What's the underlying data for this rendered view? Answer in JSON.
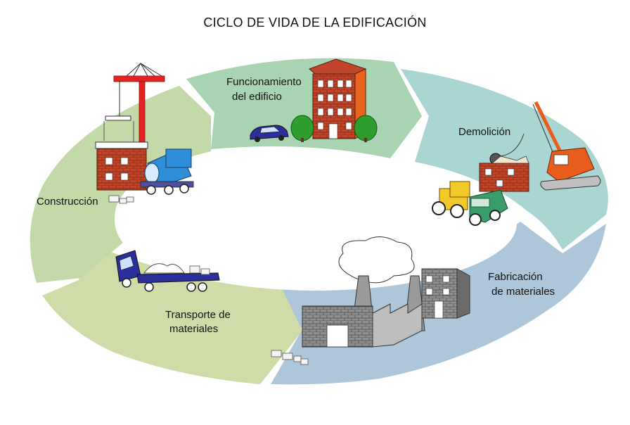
{
  "title": "CICLO DE VIDA DE LA EDIFICACIÓN",
  "stages": [
    {
      "id": "funcionamiento",
      "lines": [
        "Funcionamiento",
        "del edificio"
      ],
      "color": "#a8d4b1"
    },
    {
      "id": "demolicion",
      "lines": [
        "Demolición"
      ],
      "color": "#a9d6d3"
    },
    {
      "id": "fabricacion",
      "lines": [
        "Fabricación",
        "de materiales"
      ],
      "color": "#adc6d9"
    },
    {
      "id": "transporte",
      "lines": [
        "Transporte de",
        "materiales"
      ],
      "color": "#cfdca8"
    },
    {
      "id": "construccion",
      "lines": [
        "Construcción"
      ],
      "color": "#c3d9a8"
    }
  ],
  "colors": {
    "brick": "#c0452a",
    "brick_dark": "#8a2d17",
    "crane": "#e32222",
    "factory_gray": "#9a9a9a",
    "truck_blue": "#2b2f9c",
    "cement_blue": "#2e8fd8",
    "excavator_orange": "#e85d1c",
    "truck_yellow": "#f3c92a",
    "truck_green": "#3a9c6a",
    "tree_green": "#2e9e2e"
  }
}
